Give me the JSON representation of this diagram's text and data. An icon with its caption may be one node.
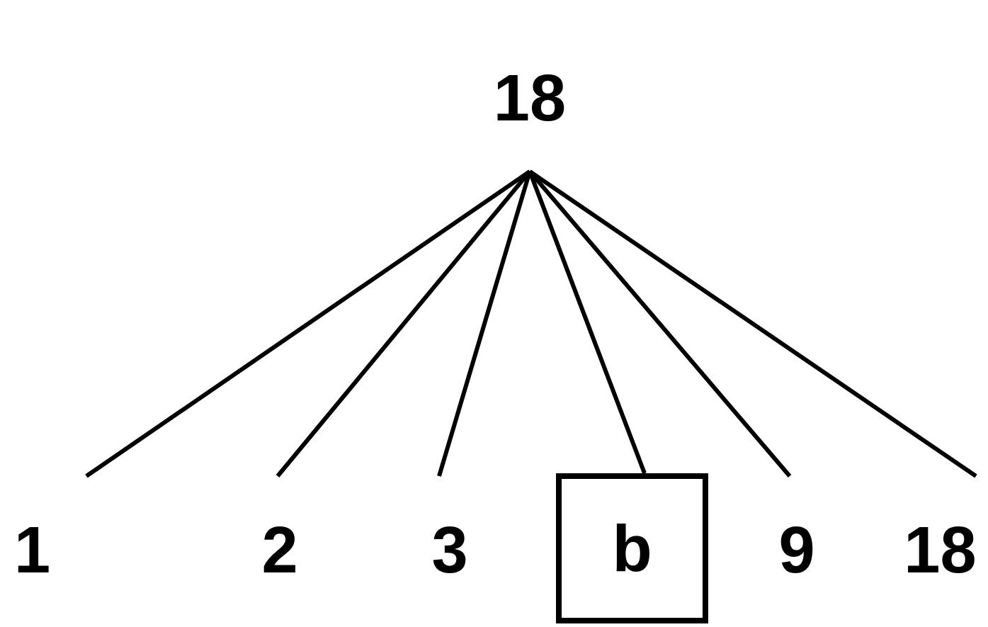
{
  "diagram": {
    "nodes": [
      {
        "text": [
          "18"
        ]
      },
      {
        "text": [
          "1"
        ]
      },
      {
        "text": [
          "2"
        ]
      },
      {
        "text": [
          "3"
        ]
      },
      {
        "text": [
          "b"
        ]
      },
      {
        "text": [
          "9"
        ]
      },
      {
        "text": [
          "18"
        ]
      }
    ],
    "edges": [
      {
        "from": 0,
        "to": 1,
        "arrow": "none"
      },
      {
        "from": 0,
        "to": 2,
        "arrow": "none"
      },
      {
        "from": 0,
        "to": 3,
        "arrow": "none"
      },
      {
        "from": 0,
        "to": 4,
        "arrow": "none"
      },
      {
        "from": 0,
        "to": 5,
        "arrow": "none"
      },
      {
        "from": 0,
        "to": 6,
        "arrow": "none"
      }
    ]
  }
}
